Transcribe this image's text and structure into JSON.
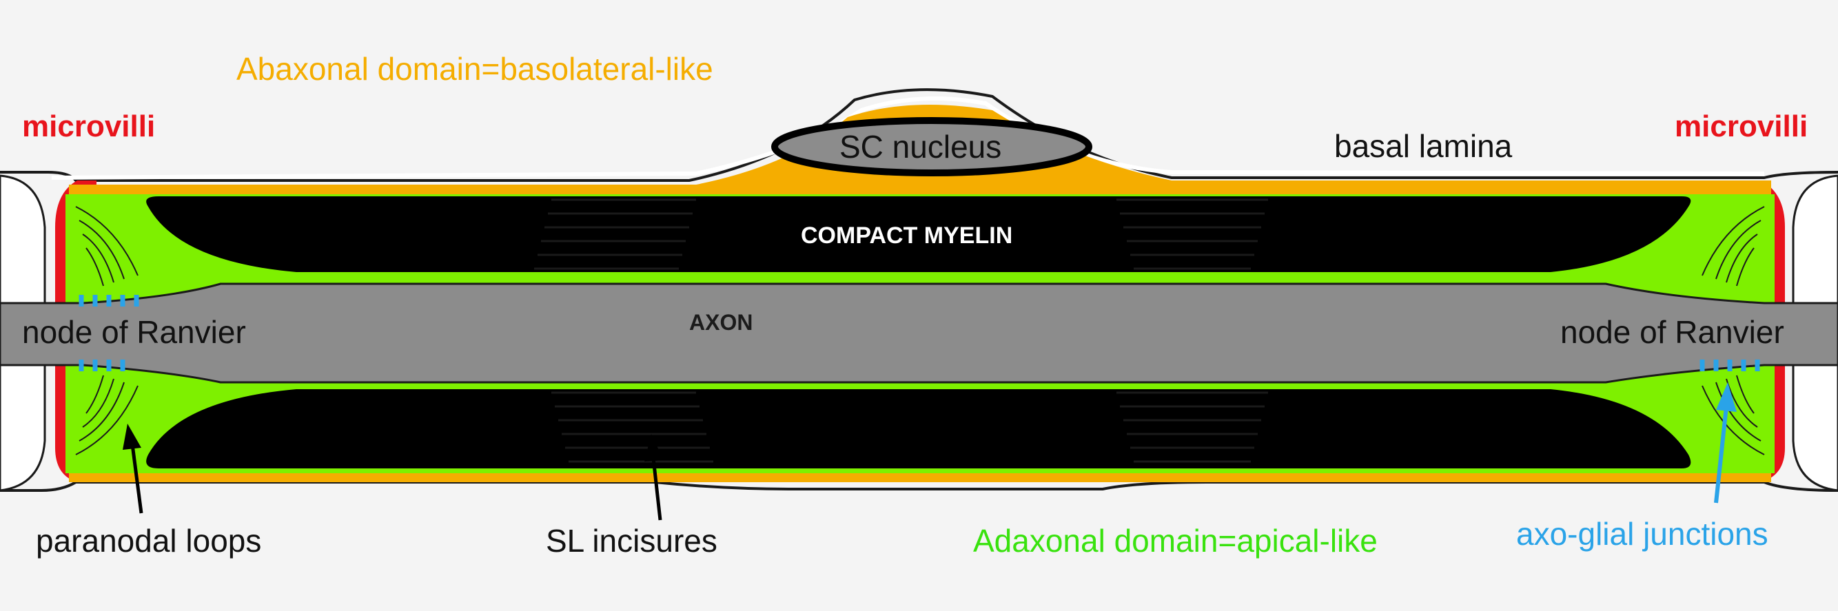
{
  "labels": {
    "abaxonal": "Abaxonal domain=basolateral-like",
    "microvilli_left": "microvilli",
    "microvilli_right": "microvilli",
    "sc_nucleus": "SC nucleus",
    "basal_lamina": "basal lamina",
    "compact_myelin": "COMPACT MYELIN",
    "axon": "AXON",
    "node_left": "node of Ranvier",
    "node_right": "node of Ranvier",
    "paranodal_loops": "paranodal loops",
    "sl_incisures": "SL incisures",
    "adaxonal": "Adaxonal domain=apical-like",
    "axo_glial": "axo-glial junctions"
  },
  "colors": {
    "background": "#f4f4f4",
    "compact_myelin": "#000000",
    "cytoplasm": "#f5ad00",
    "adaxonal": "#7ef000",
    "axon": "#8c8c8c",
    "microvilli": "#e8141c",
    "junctions": "#2aa3e8",
    "basal_lamina": "#1a1a1a"
  }
}
